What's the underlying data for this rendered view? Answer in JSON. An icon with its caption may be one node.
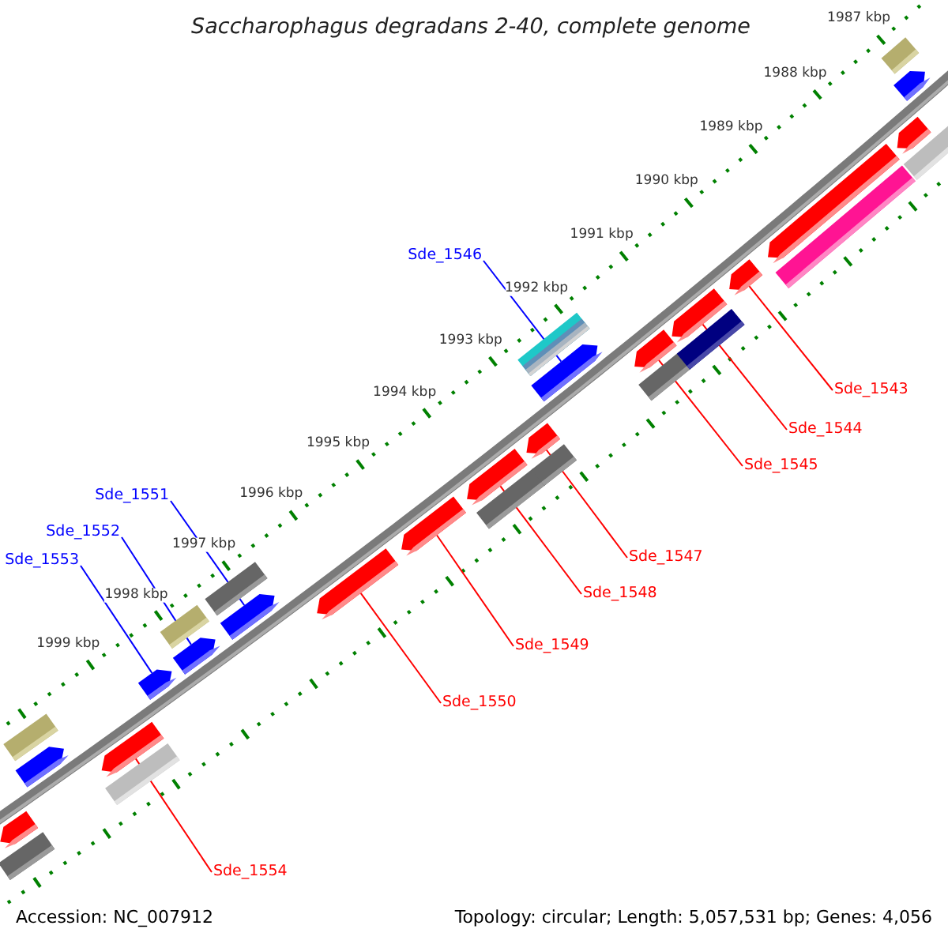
{
  "diagram": {
    "title": "Saccharophagus degradans 2-40, complete genome",
    "nodes": [
      {
        "text": [
          "Sde_1546"
        ]
      },
      {
        "text": [
          "Sde_1543"
        ]
      },
      {
        "text": [
          "Sde_1544"
        ]
      },
      {
        "text": [
          "Sde_1545"
        ]
      },
      {
        "text": [
          "Sde_1551"
        ]
      },
      {
        "text": [
          "Sde_1552"
        ]
      },
      {
        "text": [
          "Sde_1547"
        ]
      },
      {
        "text": [
          "Sde_1553"
        ]
      },
      {
        "text": [
          "Sde_1548"
        ]
      },
      {
        "text": [
          "Sde_1549"
        ]
      },
      {
        "text": [
          "Sde_1550"
        ]
      },
      {
        "text": [
          "Sde_1554"
        ]
      },
      {
        "text": [],
        "shape": "arrow"
      },
      {
        "text": [],
        "shape": "bar"
      },
      {
        "text": [],
        "shape": "bar"
      },
      {
        "text": [],
        "shape": "arrow"
      },
      {
        "text": [],
        "shape": "arrow"
      },
      {
        "text": [],
        "shape": "bar"
      },
      {
        "text": [],
        "shape": "arrow"
      },
      {
        "text": [],
        "shape": "bar"
      },
      {
        "text": [],
        "shape": "arrow"
      },
      {
        "text": [],
        "shape": "bar"
      },
      {
        "text": [],
        "shape": "arrow"
      },
      {
        "text": [],
        "shape": "arrow"
      },
      {
        "text": [],
        "shape": "arrow"
      },
      {
        "text": [],
        "shape": "arrow"
      },
      {
        "text": [],
        "shape": "bar"
      },
      {
        "text": [],
        "shape": "bar"
      },
      {
        "text": [],
        "shape": "arrow"
      },
      {
        "text": [],
        "shape": "arrow"
      },
      {
        "text": [],
        "shape": "bar"
      },
      {
        "text": [],
        "shape": "arrow"
      },
      {
        "text": [],
        "shape": "bar"
      },
      {
        "text": [],
        "shape": "arrow"
      },
      {
        "text": [],
        "shape": "bar"
      },
      {
        "text": [],
        "shape": "arrow"
      },
      {
        "text": [],
        "shape": "arrow"
      },
      {
        "text": [],
        "shape": "bar"
      },
      {
        "text": [],
        "shape": "bar"
      },
      {
        "text": [],
        "shape": "arrow"
      },
      {
        "text": [],
        "shape": "arrow"
      },
      {
        "text": [],
        "shape": "bar"
      }
    ],
    "edges": [
      {
        "from": 0,
        "to": 29,
        "arrow": "none",
        "color": "#0000ff"
      },
      {
        "from": 1,
        "to": 35,
        "arrow": "none"
      },
      {
        "from": 2,
        "to": 33,
        "arrow": "none"
      },
      {
        "from": 3,
        "to": 31,
        "arrow": "none"
      },
      {
        "from": 4,
        "to": 22,
        "arrow": "none",
        "color": "#0000ff"
      },
      {
        "from": 5,
        "to": 20,
        "arrow": "none",
        "color": "#0000ff"
      },
      {
        "from": 6,
        "to": 28,
        "arrow": "none"
      },
      {
        "from": 7,
        "to": 18,
        "arrow": "none",
        "color": "#0000ff"
      },
      {
        "from": 8,
        "to": 25,
        "arrow": "none"
      },
      {
        "from": 9,
        "to": 24,
        "arrow": "none"
      },
      {
        "from": 10,
        "to": 23,
        "arrow": "none"
      },
      {
        "from": 11,
        "to": 16,
        "arrow": "none"
      }
    ],
    "labels": [
      "1987 kbp",
      "1988 kbp",
      "1989 kbp",
      "1990 kbp",
      "1991 kbp",
      "1992 kbp",
      "1993 kbp",
      "1994 kbp",
      "1995 kbp",
      "1996 kbp",
      "1997 kbp",
      "1998 kbp",
      "1999 kbp",
      "Accession: NC_007912",
      "Topology: circular; Length: 5,057,531 bp; Genes: 4,056"
    ]
  }
}
